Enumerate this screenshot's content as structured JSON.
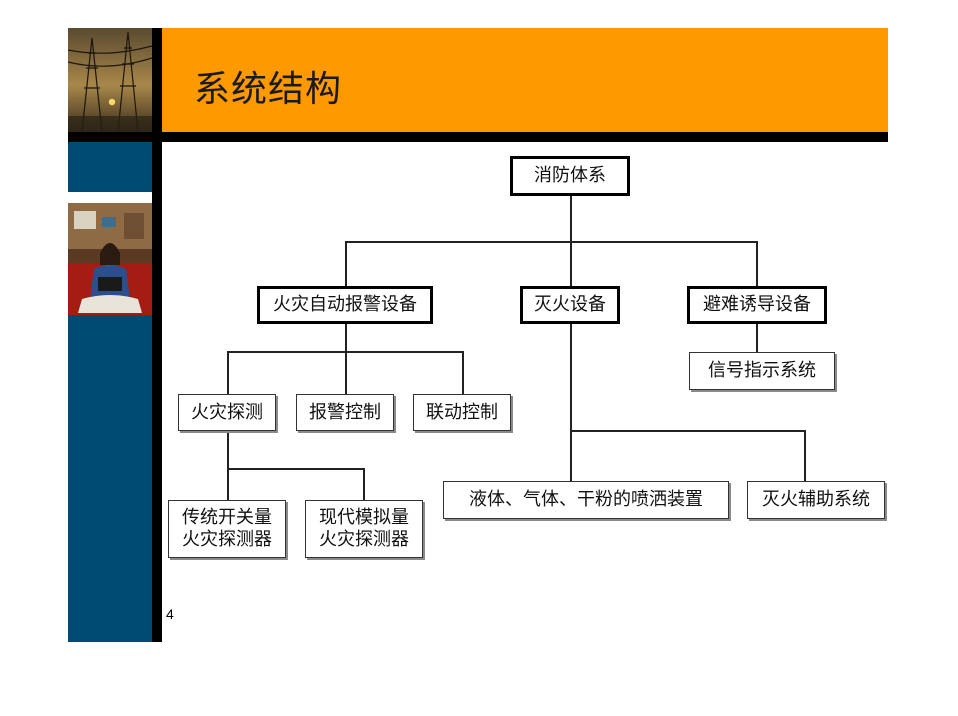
{
  "slide": {
    "title": "系统结构",
    "page_number": "4"
  },
  "diagram": {
    "root": "消防体系",
    "level1": [
      "火灾自动报警设备",
      "灭火设备",
      "避难诱导设备"
    ],
    "alarm_children": [
      "火灾探测",
      "报警控制",
      "联动控制"
    ],
    "detector_children": [
      "传统开关量\n火灾探测器",
      "现代模拟量\n火灾探测器"
    ],
    "extinguish_children": [
      "液体、气体、干粉的喷洒装置",
      "灭火辅助系统"
    ],
    "evac_children": [
      "信号指示系统"
    ]
  },
  "colors": {
    "title_bar": "#ff9900",
    "side_bar": "#004b73",
    "divider": "#000000"
  },
  "icons": {
    "photo_top": "power-lines-photo-icon",
    "photo_mid": "woman-laptop-photo-icon"
  }
}
